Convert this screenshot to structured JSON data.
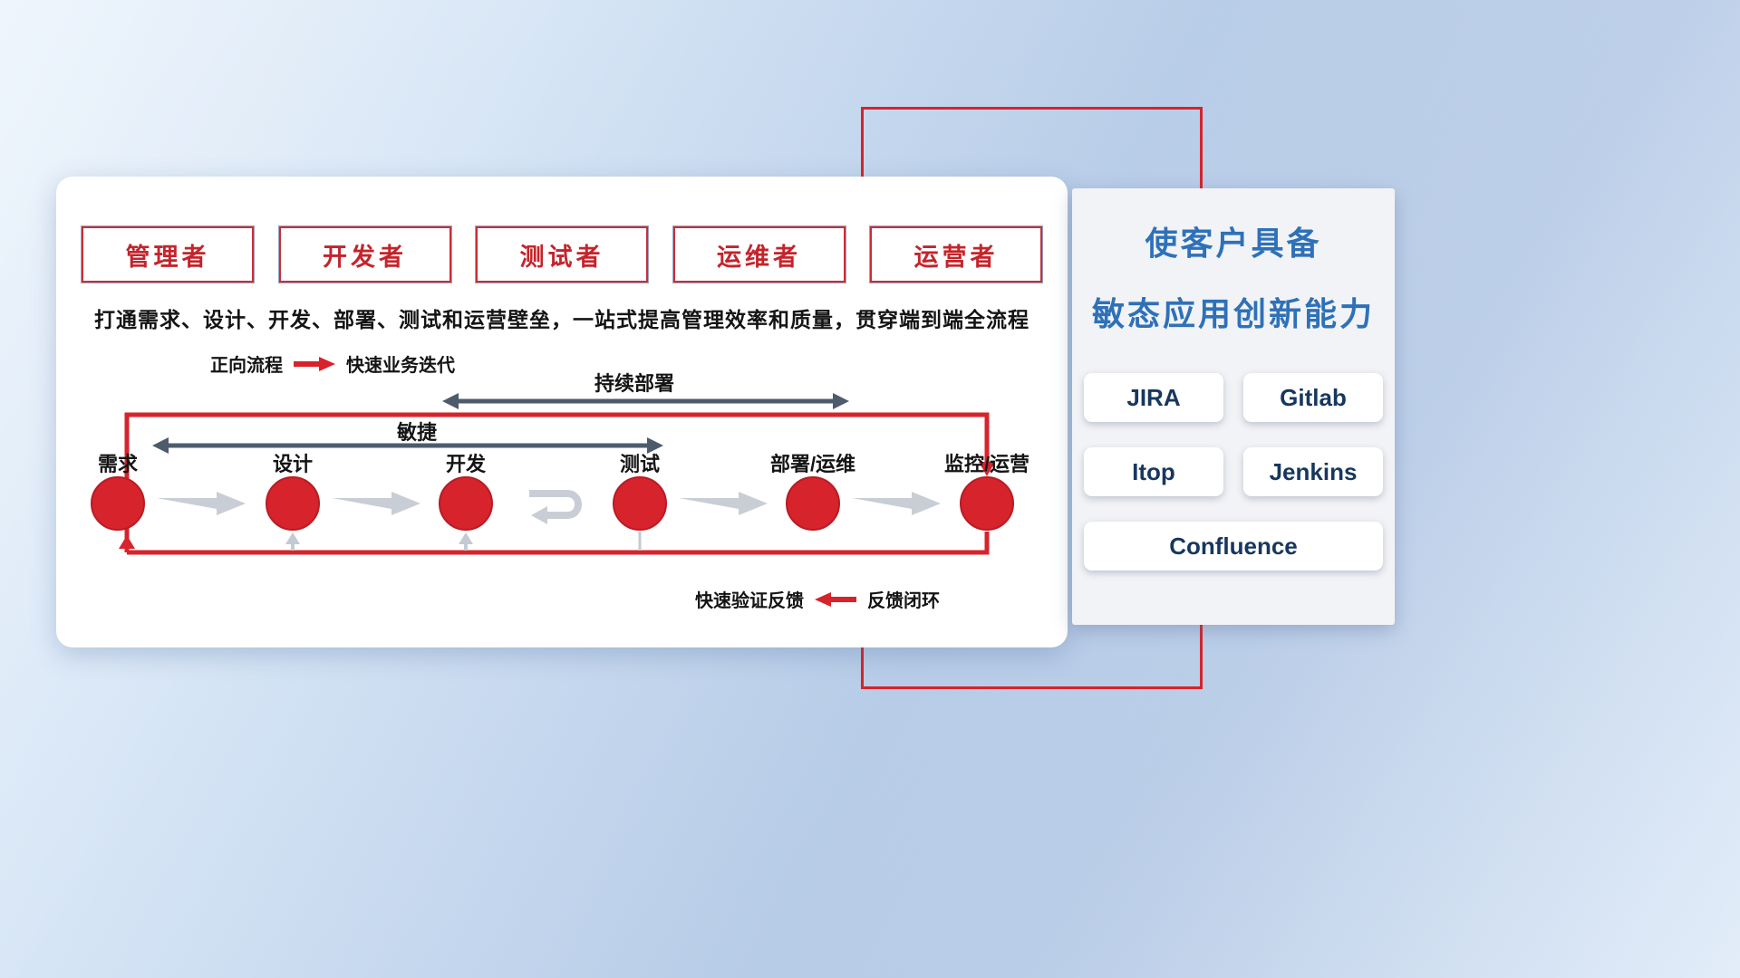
{
  "slide": {
    "roles": [
      {
        "label": "管理者"
      },
      {
        "label": "开发者"
      },
      {
        "label": "测试者"
      },
      {
        "label": "运维者"
      },
      {
        "label": "运营者"
      }
    ],
    "description": "打通需求、设计、开发、部署、测试和运营壁垒，一站式提高管理效率和质量，贯穿端到端全流程",
    "forward_legend": {
      "label": "正向流程",
      "value": "快速业务迭代"
    },
    "feedback_legend": {
      "value": "快速验证反馈",
      "label": "反馈闭环"
    },
    "span_arrows": {
      "continuous_deployment": "持续部署",
      "agile": "敏捷"
    },
    "steps": [
      {
        "label": "需求"
      },
      {
        "label": "设计"
      },
      {
        "label": "开发"
      },
      {
        "label": "测试"
      },
      {
        "label": "部署/运维"
      },
      {
        "label": "监控/运营"
      }
    ]
  },
  "panel": {
    "title_line1": "使客户具备",
    "title_line2": "敏态应用创新能力",
    "tools": [
      {
        "label": "JIRA"
      },
      {
        "label": "Gitlab"
      },
      {
        "label": "Itop"
      },
      {
        "label": "Jenkins"
      },
      {
        "label": "Confluence"
      }
    ]
  },
  "colors": {
    "accent_red": "#d7232b",
    "arrow_dark": "#4d5b6d",
    "arrow_gray": "#c9ced6",
    "title_blue": "#2e71b8",
    "tool_text": "#17375e"
  }
}
